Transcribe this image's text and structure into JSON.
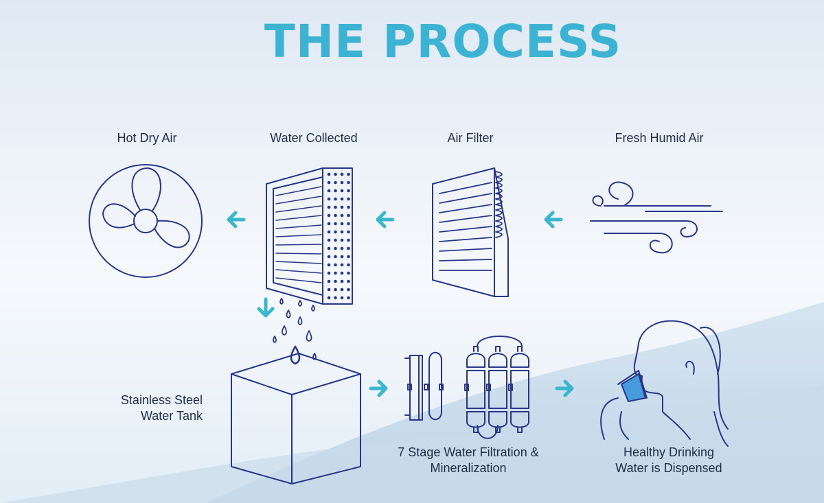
{
  "title": "THE PROCESS",
  "steps": {
    "hot_dry_air": "Hot Dry Air",
    "water_collected": "Water Collected",
    "air_filter": "Air Filter",
    "fresh_humid_air": "Fresh Humid Air",
    "tank_line1": "Stainless Steel",
    "tank_line2": "Water Tank",
    "filtration_line1": "7 Stage Water Filtration &",
    "filtration_line2": "Mineralization",
    "dispensed_line1": "Healthy Drinking",
    "dispensed_line2": "Water is Dispensed"
  },
  "colors": {
    "title": "#3cb3d3",
    "line": "#27358a",
    "arrow": "#3ab6cf",
    "text": "#1f2b48"
  }
}
